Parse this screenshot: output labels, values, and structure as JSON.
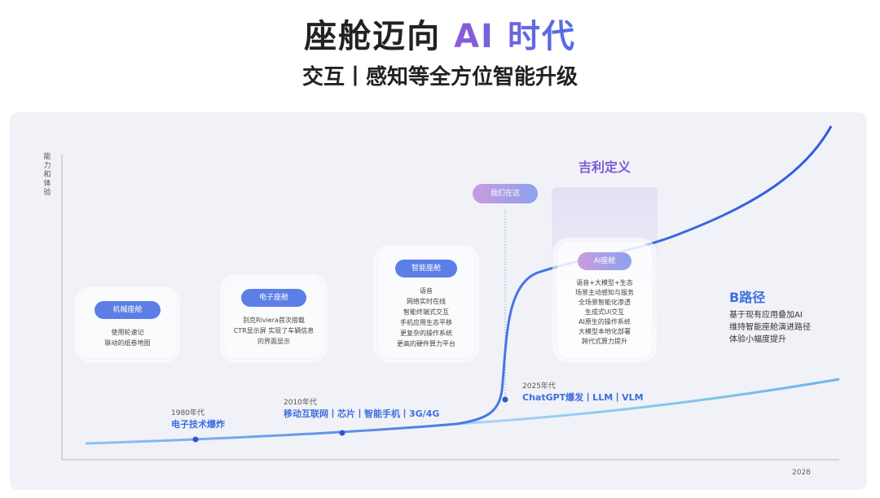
{
  "title": {
    "prefix": "座舱迈向",
    "highlight": "AI 时代"
  },
  "subtitle": "交互丨感知等全方位智能升级",
  "axis": {
    "y_label": "能力和体验",
    "x_end_label": "2028"
  },
  "cards": [
    {
      "tag": "机械座舱",
      "lines": [
        "使用轮速记",
        "联动的纸卷地图"
      ]
    },
    {
      "tag": "电子座舱",
      "lines": [
        "别克Riviera首次搭载",
        "CTR显示屏 实现了车辆信息",
        "的界面显示"
      ]
    },
    {
      "tag": "智能座舱",
      "lines": [
        "语音",
        "网络实时在线",
        "智能终端式交互",
        "手机应用生态平移",
        "更复杂的操作系统",
        "更高的硬件算力平台"
      ]
    },
    {
      "tag": "AI座舱",
      "lines": [
        "语音+大模型+生态",
        "场景主动感知与服务",
        "全场景智能化渗透",
        "生成式UI交互",
        "AI原生的操作系统",
        "大模型本地化部署",
        "跨代式算力提升"
      ]
    }
  ],
  "eras": [
    {
      "year": "1980年代",
      "headline": "电子技术爆炸"
    },
    {
      "year": "2010年代",
      "headline": "移动互联网丨芯片丨智能手机丨3G/4G"
    },
    {
      "year": "2025年代",
      "headline": "ChatGPT爆发丨LLM丨VLM"
    }
  ],
  "marker": "我们在这",
  "geely_label": "吉利定义",
  "b_path": {
    "title": "B路径",
    "lines": [
      "基于现有应用叠加AI",
      "维持智能座舱演进路径",
      "体验小幅度提升"
    ]
  },
  "colors": {
    "accent": "#3d6ee0",
    "purple": "#7d5bd6",
    "main_curve": "#3a64e0",
    "b_curve": "#7cc0ee"
  }
}
